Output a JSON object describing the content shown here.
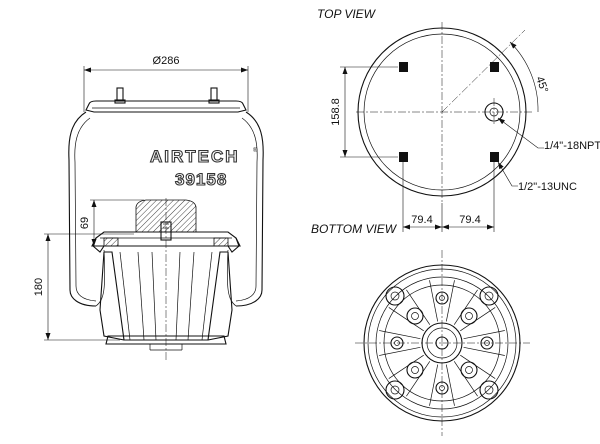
{
  "views": {
    "top_view_title": "TOP VIEW",
    "bottom_view_title": "BOTTOM VIEW"
  },
  "dimensions": {
    "diameter": "Ø286",
    "height": "180",
    "piston_height": "69",
    "bolt_spacing": "158.8",
    "offset_left": "79.4",
    "offset_right": "79.4",
    "angle": "45°"
  },
  "callouts": {
    "port_thread": "1/4\"-18NPT",
    "stud_thread": "1/2\"-13UNC"
  },
  "branding": {
    "brand": "AIRTECH",
    "registered_mark": "®",
    "model": "39158"
  }
}
